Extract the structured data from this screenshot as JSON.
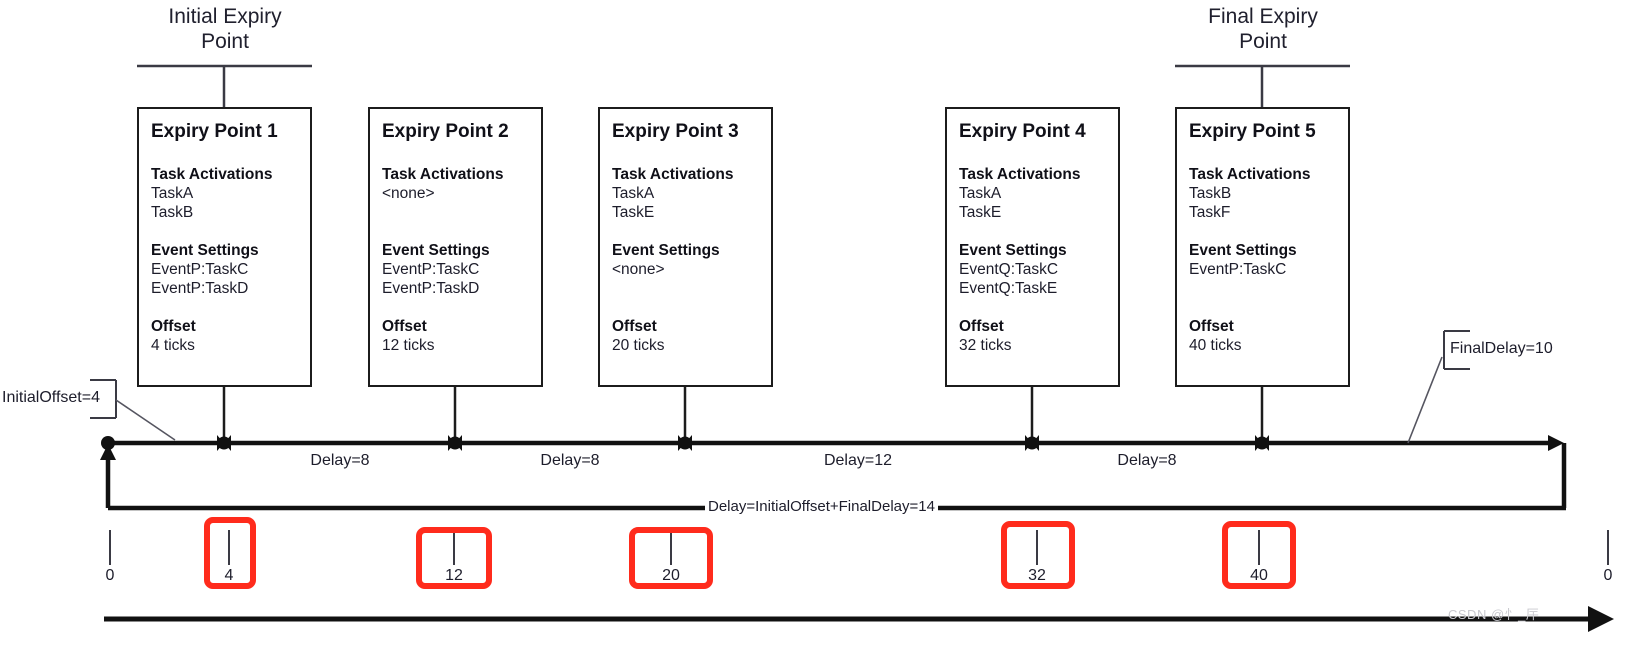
{
  "diagram": {
    "title_initial": "Initial Expiry\nPoint",
    "title_final": "Final Expiry\nPoint",
    "watermark": "CSDN @忄_厈"
  },
  "expiry_points": [
    {
      "title": "Expiry Point 1",
      "activations_head": "Task Activations",
      "activations": [
        "TaskA",
        "TaskB"
      ],
      "events_head": "Event Settings",
      "events": [
        "EventP:TaskC",
        "EventP:TaskD"
      ],
      "offset_head": "Offset",
      "offset": "4 ticks"
    },
    {
      "title": "Expiry Point 2",
      "activations_head": "Task Activations",
      "activations": [
        "<none>"
      ],
      "events_head": "Event Settings",
      "events": [
        "EventP:TaskC",
        "EventP:TaskD"
      ],
      "offset_head": "Offset",
      "offset": "12 ticks"
    },
    {
      "title": "Expiry Point 3",
      "activations_head": "Task Activations",
      "activations": [
        "TaskA",
        "TaskE"
      ],
      "events_head": "Event Settings",
      "events": [
        "<none>"
      ],
      "offset_head": "Offset",
      "offset": "20 ticks"
    },
    {
      "title": "Expiry Point 4",
      "activations_head": "Task Activations",
      "activations": [
        "TaskA",
        "TaskE"
      ],
      "events_head": "Event Settings",
      "events": [
        "EventQ:TaskC",
        "EventQ:TaskE"
      ],
      "offset_head": "Offset",
      "offset": "32 ticks"
    },
    {
      "title": "Expiry Point 5",
      "activations_head": "Task Activations",
      "activations": [
        "TaskB",
        "TaskF"
      ],
      "events_head": "Event Settings",
      "events": [
        "EventP:TaskC"
      ],
      "offset_head": "Offset",
      "offset": "40 ticks"
    }
  ],
  "callouts": {
    "initial_offset": "InitialOffset=4",
    "final_delay": "FinalDelay=10"
  },
  "timeline": {
    "delays": [
      "Delay=8",
      "Delay=8",
      "Delay=12",
      "Delay=8"
    ],
    "total_delay": "Delay=InitialOffset+FinalDelay=14"
  },
  "scale": {
    "ticks": [
      {
        "label": "0",
        "highlighted": false
      },
      {
        "label": "4",
        "highlighted": true
      },
      {
        "label": "12",
        "highlighted": true
      },
      {
        "label": "20",
        "highlighted": true
      },
      {
        "label": "32",
        "highlighted": true
      },
      {
        "label": "40",
        "highlighted": true
      },
      {
        "label": "0",
        "highlighted": false
      }
    ]
  },
  "colors": {
    "highlight": "#ff2b1c",
    "stroke": "#1c1c1c",
    "text": "#1d1d2b"
  }
}
